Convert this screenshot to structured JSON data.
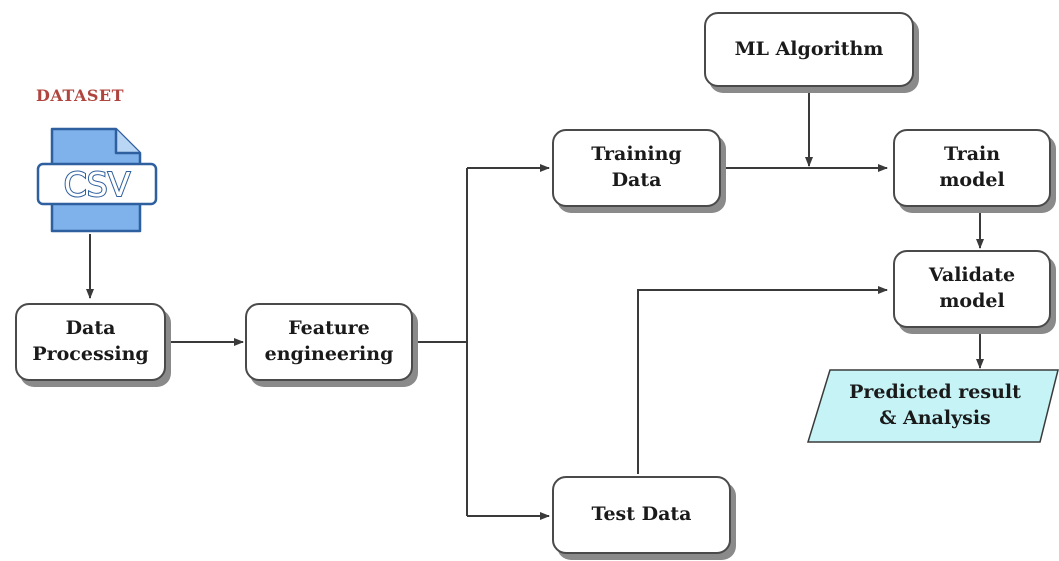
{
  "dataset": {
    "label": "DATASET",
    "file_type": "CSV",
    "icon": "csv-file-icon"
  },
  "nodes": {
    "data_processing": "Data\nProcessing",
    "feature_engineering": "Feature\nengineering",
    "training_data": "Training\nData",
    "ml_algorithm": "ML Algorithm",
    "train_model": "Train\nmodel",
    "validate_model": "Validate\nmodel",
    "test_data": "Test Data",
    "predicted_result": "Predicted result\n& Analysis"
  },
  "colors": {
    "dataset_label": "#b0453f",
    "csv_icon_fill": "#7fb2ea",
    "csv_icon_stroke": "#2e5f9e",
    "output_fill": "#c5f3f6",
    "arrow": "#3a3a3a"
  }
}
